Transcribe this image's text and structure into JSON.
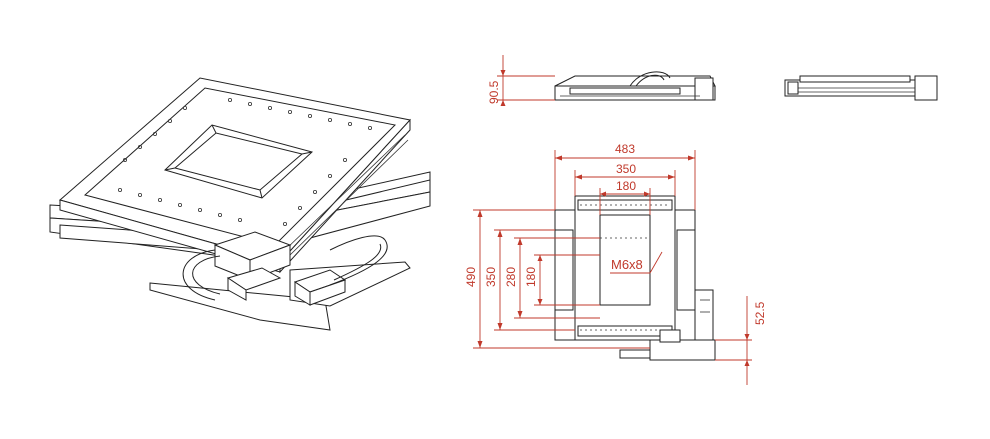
{
  "dimensions": {
    "overall_width": "483",
    "inner_width": "350",
    "opening_width": "180",
    "overall_height": "490",
    "inner_height": "350",
    "opening_height_outer": "280",
    "opening_height": "180",
    "side_height": "90.5",
    "offset_right": "52.5"
  },
  "annotations": {
    "thread_note": "M6x8"
  },
  "colors": {
    "dimension": "#c0392b",
    "line": "#222222"
  }
}
